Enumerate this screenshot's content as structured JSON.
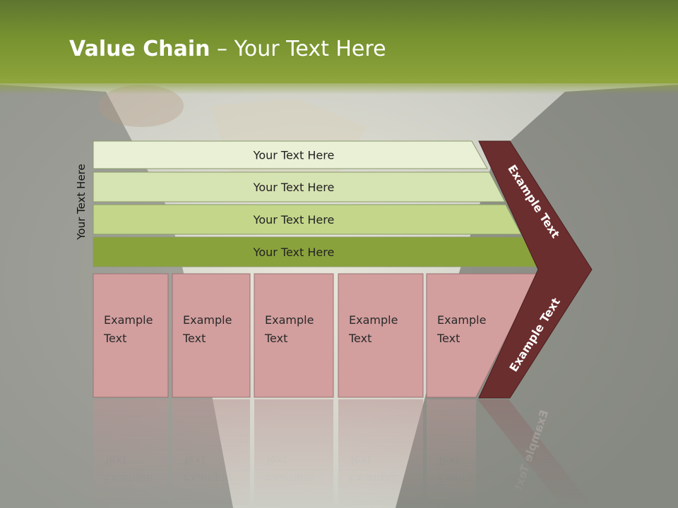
{
  "slide": {
    "title_bold": "Value Chain",
    "title_rest": " – Your Text Here",
    "side_label": "Your Text Here"
  },
  "colors": {
    "header_green": "#7a942f",
    "row_fills": [
      "#e9f0d6",
      "#d6e3b2",
      "#c3d68a",
      "#8aa23c"
    ],
    "cell_fill": "#d29e9e",
    "arrow_fill": "#6b2e2e"
  },
  "rows": [
    {
      "label": "Your Text Here"
    },
    {
      "label": "Your Text Here"
    },
    {
      "label": "Your Text Here"
    },
    {
      "label": "Your Text Here"
    }
  ],
  "cells": [
    {
      "line1": "Example",
      "line2": "Text"
    },
    {
      "line1": "Example",
      "line2": "Text"
    },
    {
      "line1": "Example",
      "line2": "Text"
    },
    {
      "line1": "Example",
      "line2": "Text"
    },
    {
      "line1": "Example",
      "line2": "Text"
    }
  ],
  "arrow": {
    "upper_label": "Example Text",
    "lower_label": "Example Text"
  }
}
